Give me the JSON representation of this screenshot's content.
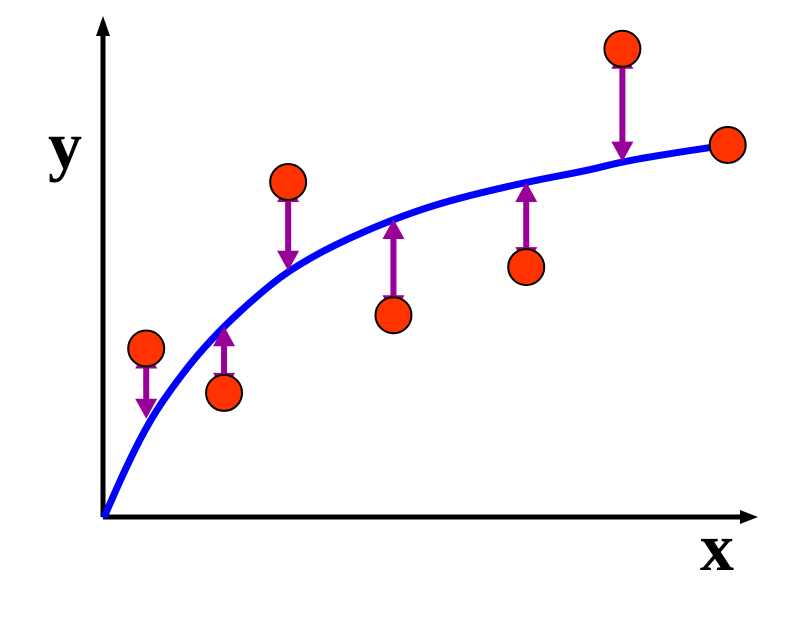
{
  "chart_data": {
    "type": "scatter",
    "xlabel": "x",
    "ylabel": "y",
    "ylim": [
      0,
      10
    ],
    "xlim": [
      0,
      14
    ],
    "grid": false,
    "legend": "none",
    "points": [
      {
        "x": 0.9,
        "y": 4.5
      },
      {
        "x": 2.6,
        "y": 3.3
      },
      {
        "x": 4.0,
        "y": 9.0
      },
      {
        "x": 6.3,
        "y": 5.4
      },
      {
        "x": 9.2,
        "y": 6.7
      },
      {
        "x": 11.3,
        "y": 12.6
      },
      {
        "x": 13.6,
        "y": 10.0
      }
    ],
    "curve": [
      {
        "x": 0.0,
        "y": 0.0
      },
      {
        "x": 0.5,
        "y": 1.4
      },
      {
        "x": 1.0,
        "y": 2.6
      },
      {
        "x": 1.5,
        "y": 3.5
      },
      {
        "x": 2.0,
        "y": 4.3
      },
      {
        "x": 2.6,
        "y": 5.1
      },
      {
        "x": 3.3,
        "y": 5.9
      },
      {
        "x": 4.0,
        "y": 6.6
      },
      {
        "x": 5.0,
        "y": 7.3
      },
      {
        "x": 6.3,
        "y": 8.0
      },
      {
        "x": 7.5,
        "y": 8.5
      },
      {
        "x": 9.2,
        "y": 9.0
      },
      {
        "x": 10.5,
        "y": 9.3
      },
      {
        "x": 11.3,
        "y": 9.55
      },
      {
        "x": 12.5,
        "y": 9.8
      },
      {
        "x": 13.6,
        "y": 10.0
      }
    ],
    "residuals": [
      {
        "x": 0.9,
        "from": 2.6,
        "to": 4.5
      },
      {
        "x": 2.6,
        "from": 5.1,
        "to": 3.3
      },
      {
        "x": 4.0,
        "from": 6.6,
        "to": 9.0
      },
      {
        "x": 6.3,
        "from": 8.0,
        "to": 5.4
      },
      {
        "x": 9.2,
        "from": 9.0,
        "to": 6.7
      },
      {
        "x": 11.3,
        "from": 9.55,
        "to": 12.6
      }
    ],
    "colors": {
      "curve": "#0000ff",
      "point_fill": "#ff3300",
      "point_stroke": "#000000",
      "residual": "#990099",
      "axis": "#000000"
    }
  }
}
